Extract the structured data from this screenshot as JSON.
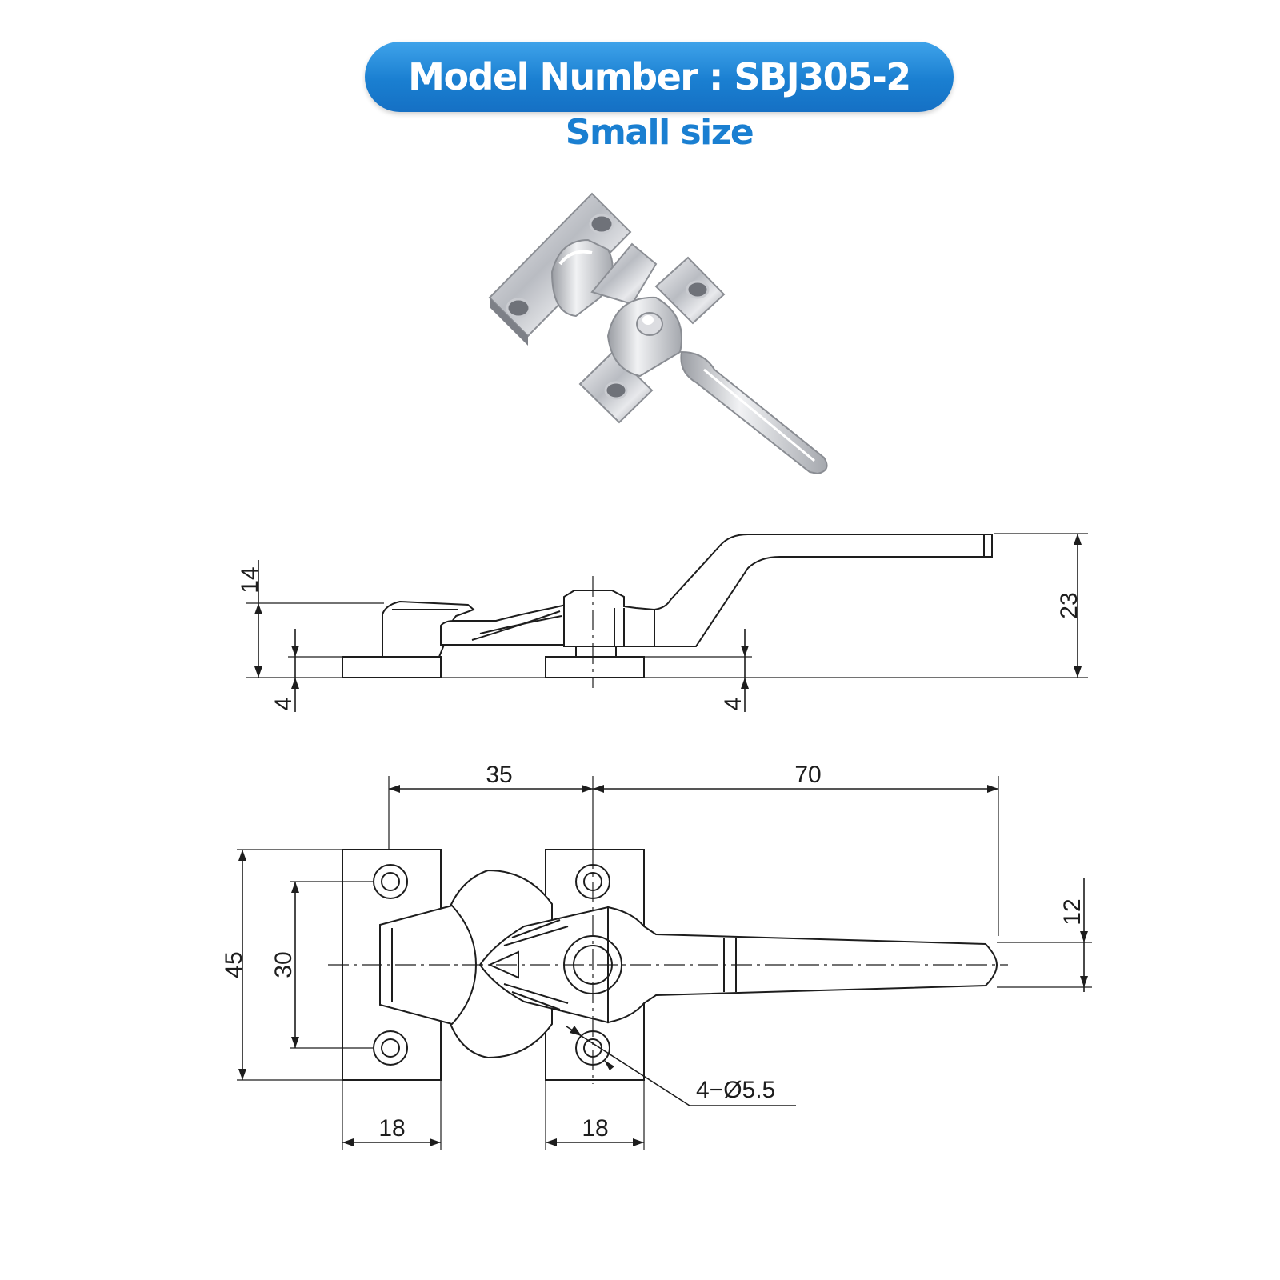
{
  "header": {
    "title": "Model Number : SBJ305-2",
    "subtitle": "Small size",
    "accent_color": "#1a7fd1"
  },
  "product_photo": {
    "icon": "latch-photo-icon"
  },
  "side_view": {
    "dims": {
      "lever_height": "14",
      "total_height": "23",
      "left_base_thickness": "4",
      "right_base_thickness": "4"
    }
  },
  "top_view": {
    "dims": {
      "hole_spacing": "35",
      "handle_length": "70",
      "overall_width": "45",
      "hole_vertical_spacing": "30",
      "handle_width": "12",
      "left_plate_width": "18",
      "right_plate_width": "18",
      "hole_callout": "4−Ø5.5"
    }
  }
}
